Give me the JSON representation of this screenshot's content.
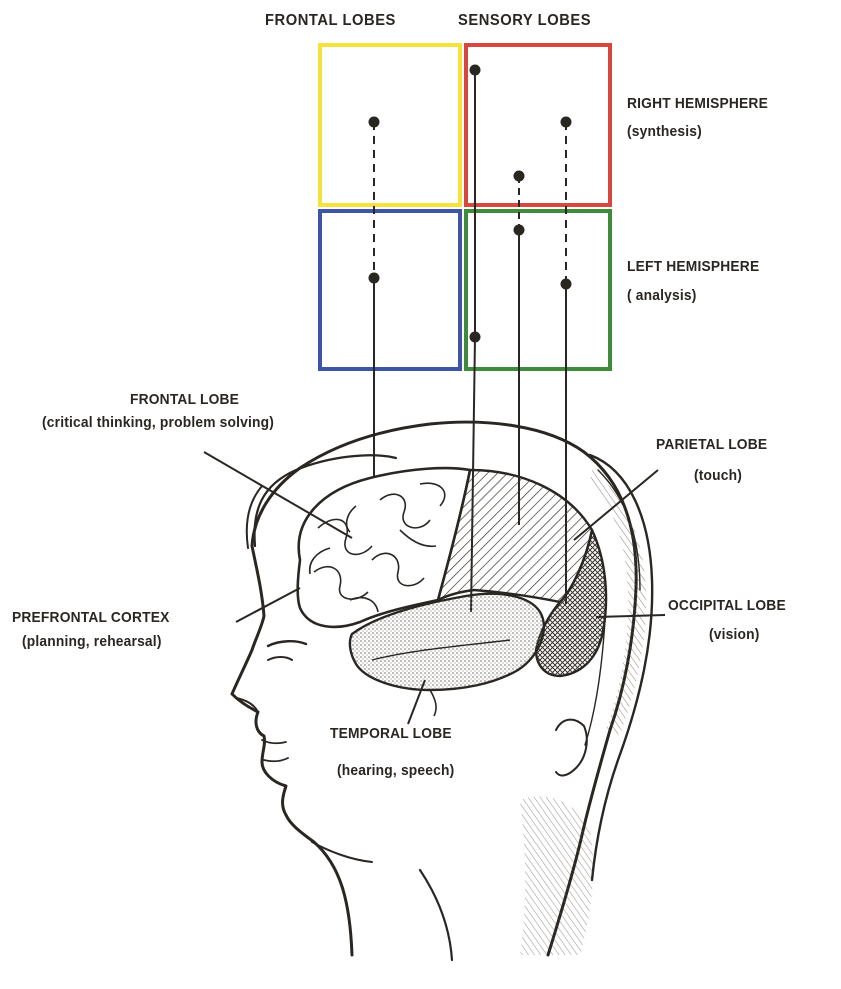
{
  "header": {
    "frontal_lobes": "FRONTAL LOBES",
    "sensory_lobes": "SENSORY LOBES"
  },
  "quadrants": {
    "right_hemisphere": {
      "title": "RIGHT HEMISPHERE",
      "subtitle": "(synthesis)"
    },
    "left_hemisphere": {
      "title": "LEFT HEMISPHERE",
      "subtitle": "( analysis)"
    },
    "box_colors": {
      "right_frontal": "#f5e33c",
      "right_sensory": "#d8473e",
      "left_frontal": "#3d55a4",
      "left_sensory": "#3f8b3c"
    }
  },
  "brain_labels": {
    "frontal_lobe": {
      "title": "FRONTAL LOBE",
      "subtitle": "(critical thinking, problem solving)"
    },
    "prefrontal_cortex": {
      "title": "PREFRONTAL CORTEX",
      "subtitle": "(planning, rehearsal)"
    },
    "parietal_lobe": {
      "title": "PARIETAL LOBE",
      "subtitle": "(touch)"
    },
    "occipital_lobe": {
      "title": "OCCIPITAL LOBE",
      "subtitle": "(vision)"
    },
    "temporal_lobe": {
      "title": "TEMPORAL LOBE",
      "subtitle": "(hearing, speech)"
    }
  }
}
